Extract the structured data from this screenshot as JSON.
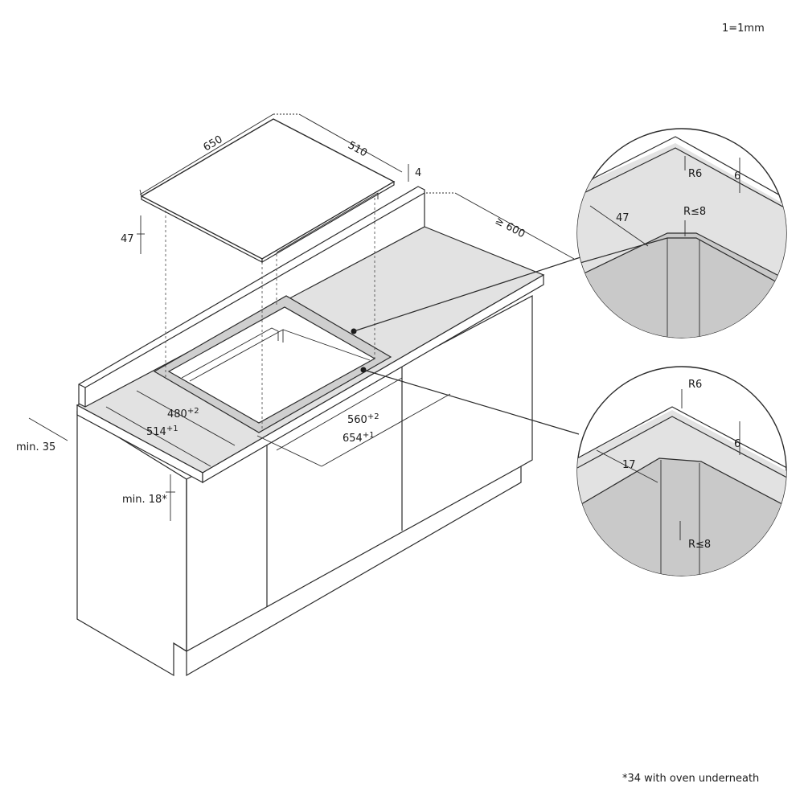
{
  "scale_note": "1=1mm",
  "footnote": "*34 with oven underneath",
  "hob": {
    "width": "650",
    "depth": "510",
    "thickness": "4",
    "height": "47"
  },
  "worktop": {
    "depth_min": "≥ 600",
    "min_front": "min. 35",
    "min_thickness": "min. 18*"
  },
  "cutout": {
    "inner_depth": "480",
    "inner_depth_tol": "+2",
    "outer_depth": "514",
    "outer_depth_tol": "+1",
    "inner_width": "560",
    "inner_width_tol": "+2",
    "outer_width": "654",
    "outer_width_tol": "+1"
  },
  "detail_top": {
    "radius_outer": "R6",
    "step": "6",
    "width": "47",
    "radius_inner": "R≤8"
  },
  "detail_bottom": {
    "radius_outer": "R6",
    "step": "6",
    "width": "17",
    "radius_inner": "R≤8"
  }
}
